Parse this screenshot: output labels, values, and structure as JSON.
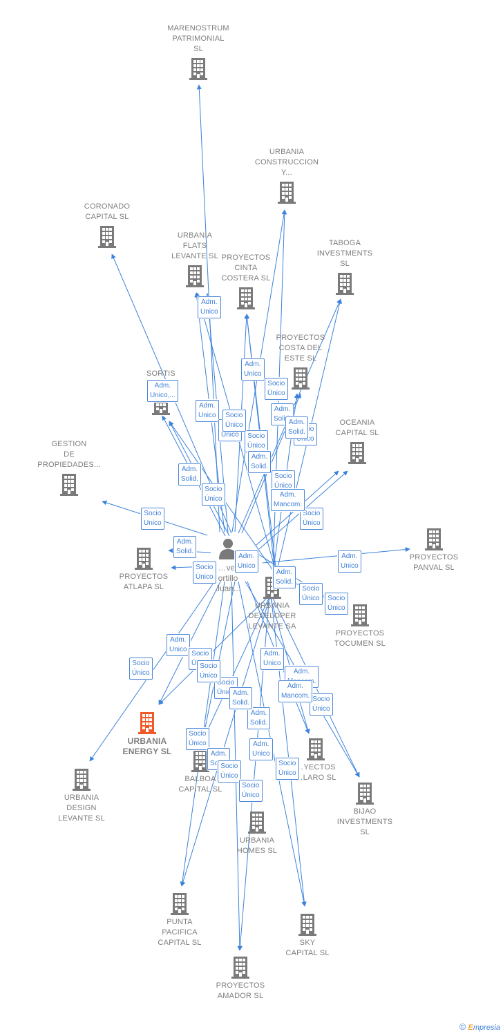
{
  "colors": {
    "edge": "#3b82db",
    "building": "#7a7a7a",
    "focus_building": "#f05a28",
    "label": "#7d7d7d",
    "role_text": "#3e7fd6"
  },
  "person": {
    "label": "…ver\nortillo\nJuan...",
    "icon": "person-icon"
  },
  "companies": [
    {
      "id": "marenostrum",
      "label": "MARENOSTRUM\nPATRIMONIAL\nSL",
      "icon": "building-icon"
    },
    {
      "id": "urbania_construccion",
      "label": "URBANIA\nCONSTRUCCION\nY...",
      "icon": "building-icon"
    },
    {
      "id": "coronado",
      "label": "CORONADO\nCAPITAL  SL",
      "icon": "building-icon"
    },
    {
      "id": "urbania_flats",
      "label": "URBANIA\nFLATS\nLEVANTE  SL",
      "icon": "building-icon"
    },
    {
      "id": "proyectos_cinta",
      "label": "PROYECTOS\nCINTA\nCOSTERA  SL",
      "icon": "building-icon"
    },
    {
      "id": "taboga",
      "label": "TABOGA\nINVESTMENTS\nSL",
      "icon": "building-icon"
    },
    {
      "id": "proyectos_costa",
      "label": "PROYECTOS\nCOSTA DEL\nESTE  SL",
      "icon": "building-icon"
    },
    {
      "id": "sortis",
      "label": "SORTIS\nUR...",
      "icon": "building-icon"
    },
    {
      "id": "gestion",
      "label": "GESTION\nDE\nPROPIEDADES...",
      "icon": "building-icon"
    },
    {
      "id": "oceania",
      "label": "OCEANIA\nCAPITAL  SL",
      "icon": "building-icon"
    },
    {
      "id": "proyectos_atlapa",
      "label": "PROYECTOS\nATLAPA  SL",
      "icon": "building-icon"
    },
    {
      "id": "proyectos_panval",
      "label": "PROYECTOS\nPANVAL  SL",
      "icon": "building-icon"
    },
    {
      "id": "urbania_developer",
      "label": "URBANIA\nDEVELOPER\nLEVANTE SA",
      "icon": "building-icon"
    },
    {
      "id": "proyectos_tocumen",
      "label": "PROYECTOS\nTOCUMEN  SL",
      "icon": "building-icon"
    },
    {
      "id": "urbania_energy",
      "label": "URBANIA\nENERGY  SL",
      "icon": "building-icon"
    },
    {
      "id": "urbania_design",
      "label": "URBANIA\nDESIGN\nLEVANTE  SL",
      "icon": "building-icon"
    },
    {
      "id": "balboa",
      "label": "BALBOA\nCAPITAL  SL",
      "icon": "building-icon"
    },
    {
      "id": "proyectos_claro",
      "label": "…YECTOS\n…LARO  SL",
      "icon": "building-icon"
    },
    {
      "id": "bijao",
      "label": "BIJAO\nINVESTMENTS\nSL",
      "icon": "building-icon"
    },
    {
      "id": "urbania_homes",
      "label": "URBANIA\nHOMES  SL",
      "icon": "building-icon"
    },
    {
      "id": "punta_pacifica",
      "label": "PUNTA\nPACIFICA\nCAPITAL  SL",
      "icon": "building-icon"
    },
    {
      "id": "sky",
      "label": "SKY\nCAPITAL  SL",
      "icon": "building-icon"
    },
    {
      "id": "proyectos_amador",
      "label": "PROYECTOS\nAMADOR  SL",
      "icon": "building-icon"
    }
  ],
  "roles": [
    "Adm.\nUnico",
    "Adm.\nUnico,...",
    "Adm.\nUnico",
    "Socio\nÚnico",
    "Socio\nÚnico",
    "Adm.\nSolid.",
    "Adm.\nUnico",
    "Socio\nÚnico",
    "Socio\nÚnico",
    "Adm.\nSolid.",
    "Socio\nÚnico",
    "Adm.\nSolid.",
    "Socio\nÚnico",
    "Adm.\nSolid.",
    "Socio\nÚnico",
    "Socio\nUnico",
    "Adm.\nMancom.",
    "Socio\nÚnico",
    "Adm.\nUnico",
    "Adm.\nSolid.",
    "Adm.\nUnico",
    "Socio\nÚnico",
    "Adm.\nUnico",
    "Socio\nÚnico",
    "Socio\nÚnico",
    "Socio\nÚnico",
    "Adm.\nUnico",
    "Adm.\nMancom.",
    "Socio\nÚnico",
    "Adm.\nSolid.",
    "Socio\nÚnico",
    "Adm.\nSolid.",
    "Socio\nÚnico",
    "Adm.\nUnico",
    "Socio\nÚnico",
    "Socio\nÚnico",
    "Adm.\nSolid.",
    "Socio\nÚnico",
    "Adm.\nMancom.",
    "Socio\nÚnico",
    "Adm.\nSolid.",
    "Socio\nÚnico"
  ],
  "footer": {
    "copyright": "©",
    "brand_initial": "E",
    "brand_rest": "mpresia"
  }
}
